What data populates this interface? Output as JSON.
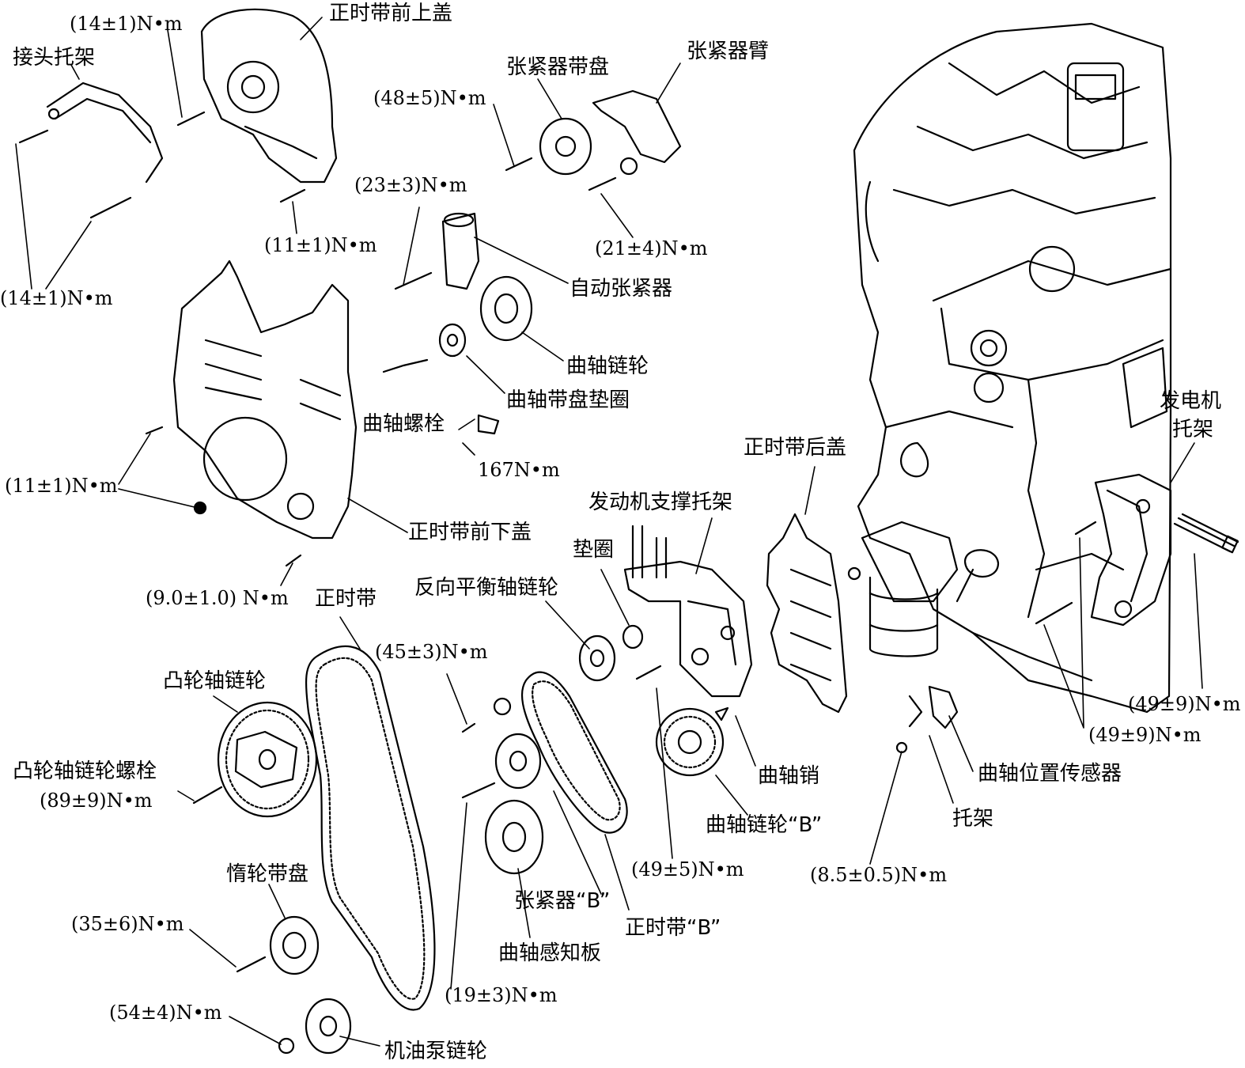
{
  "labels": {
    "timing_front_upper_cover": "正时带前上盖",
    "connector_bracket": "接头托架",
    "tensioner_pulley": "张紧器带盘",
    "tensioner_arm": "张紧器臂",
    "auto_tensioner": "自动张紧器",
    "crank_sprocket": "曲轴链轮",
    "crank_pulley_washer": "曲轴带盘垫圈",
    "crank_bolt": "曲轴螺栓",
    "timing_front_lower_cover": "正时带前下盖",
    "timing_rear_cover": "正时带后盖",
    "engine_support_bracket": "发动机支撑托架",
    "generator_bracket_l1": "发电机",
    "generator_bracket_l2": "托架",
    "washer": "垫圈",
    "counter_balance_sprocket": "反向平衡轴链轮",
    "timing_belt": "正时带",
    "camshaft_sprocket": "凸轮轴链轮",
    "camshaft_sprocket_bolt": "凸轮轴链轮螺栓",
    "idler_pulley": "惰轮带盘",
    "oil_pump_sprocket": "机油泵链轮",
    "crank_pin": "曲轴销",
    "crank_sprocket_b": "曲轴链轮“B”",
    "crank_position_sensor": "曲轴位置传感器",
    "bracket": "托架",
    "tensioner_b": "张紧器“B”",
    "timing_belt_b": "正时带“B”",
    "crank_sensing_plate": "曲轴感知板"
  },
  "torques": {
    "t_14_top": "(14±1)N•m",
    "t_14_left": "(14±1)N•m",
    "t_48": "(48±5)N•m",
    "t_23": "(23±3)N•m",
    "t_11_top": "(11±1)N•m",
    "t_21": "(21±4)N•m",
    "t_167": "167N•m",
    "t_11_mid": "(11±1)N•m",
    "t_9": "(9.0±1.0) N•m",
    "t_45": "(45±3)N•m",
    "t_89": "(89±9)N•m",
    "t_35": "(35±6)N•m",
    "t_54": "(54±4)N•m",
    "t_19": "(19±3)N•m",
    "t_49_5": "(49±5)N•m",
    "t_8_5": "(8.5±0.5)N•m",
    "t_49_a": "(49±9)N•m",
    "t_49_b": "(49±9)N•m"
  }
}
